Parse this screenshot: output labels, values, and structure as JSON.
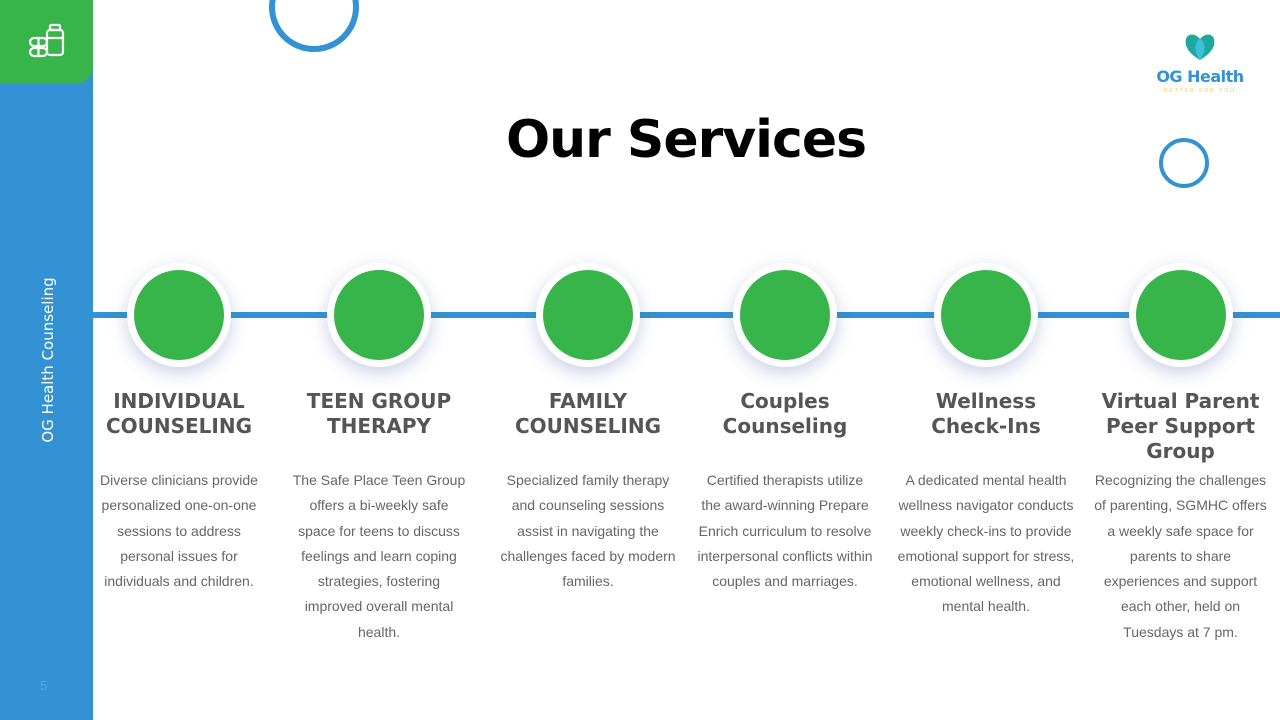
{
  "sidebar": {
    "label": "OG Health Counseling",
    "page_number": "5",
    "logo_icon": "pills-icon"
  },
  "brand": {
    "name": "OG Health",
    "tagline": "BETTER FOR YOU",
    "logo_icon": "heart-leaf-icon"
  },
  "title": "Our Services",
  "colors": {
    "accent_blue": "#3392d3",
    "accent_green": "#38b54a",
    "title_text": "#000000",
    "service_title": "#555555",
    "body_text": "#666666"
  },
  "services": [
    {
      "title": "INDIVIDUAL COUNSELING",
      "description": "Diverse clinicians provide personalized one-on-one sessions to address personal issues for individuals and children."
    },
    {
      "title": "TEEN GROUP THERAPY",
      "description": "The Safe Place Teen Group offers a bi-weekly safe space for teens to discuss feelings and learn coping strategies, fostering improved overall mental health."
    },
    {
      "title": "FAMILY COUNSELING",
      "description": "Specialized family therapy and counseling sessions assist in navigating the challenges faced by modern families."
    },
    {
      "title": "Couples Counseling",
      "description": "Certified therapists utilize the award-winning Prepare Enrich curriculum to resolve interpersonal conflicts within couples and marriages."
    },
    {
      "title": "Wellness Check-Ins",
      "description": "A dedicated mental health wellness navigator conducts weekly check-ins to provide emotional support for stress, emotional wellness, and mental health."
    },
    {
      "title": "Virtual Parent Peer Support Group",
      "description": "Recognizing the challenges of parenting, SGMHC offers a weekly safe space for parents to share experiences and support each other, held on Tuesdays at 7 pm."
    }
  ]
}
